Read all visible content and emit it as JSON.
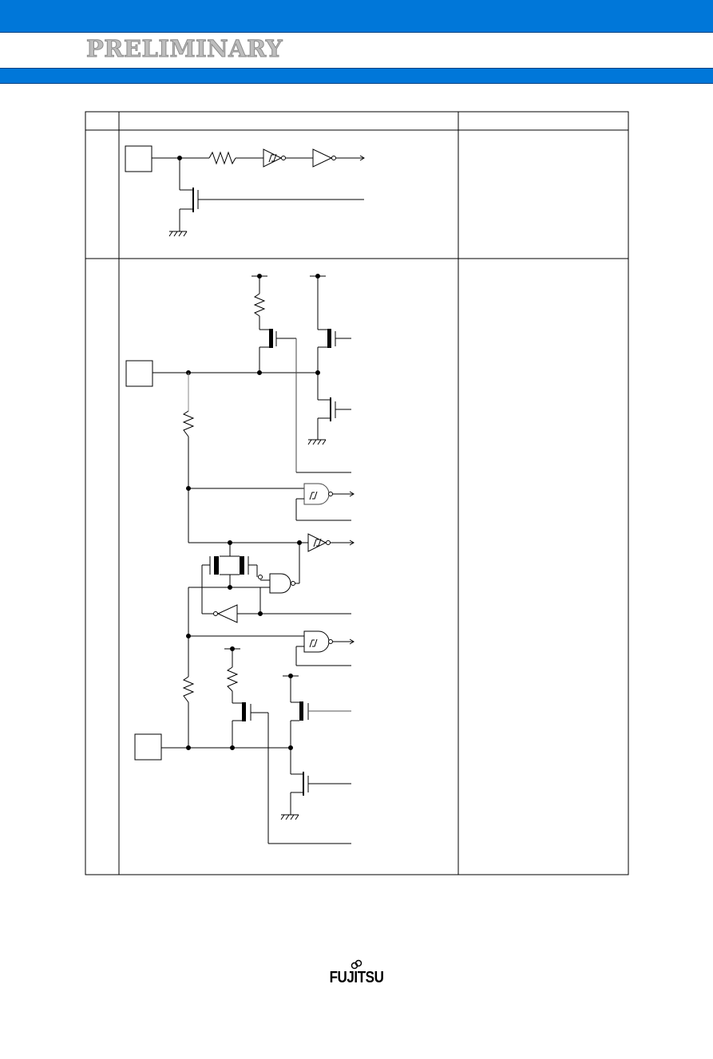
{
  "header": {
    "watermark": "PRELIMINARY",
    "band_color": "#0077d9"
  },
  "table": {
    "columns": [
      "",
      "",
      ""
    ],
    "rows": [
      {
        "type": "",
        "circuit": "input-with-pulldown-schematic",
        "remarks": ""
      },
      {
        "type": "",
        "circuit": "dual-pin-oscillator-io-schematic",
        "remarks": ""
      }
    ]
  },
  "footer": {
    "logo": "FUJITSU"
  }
}
